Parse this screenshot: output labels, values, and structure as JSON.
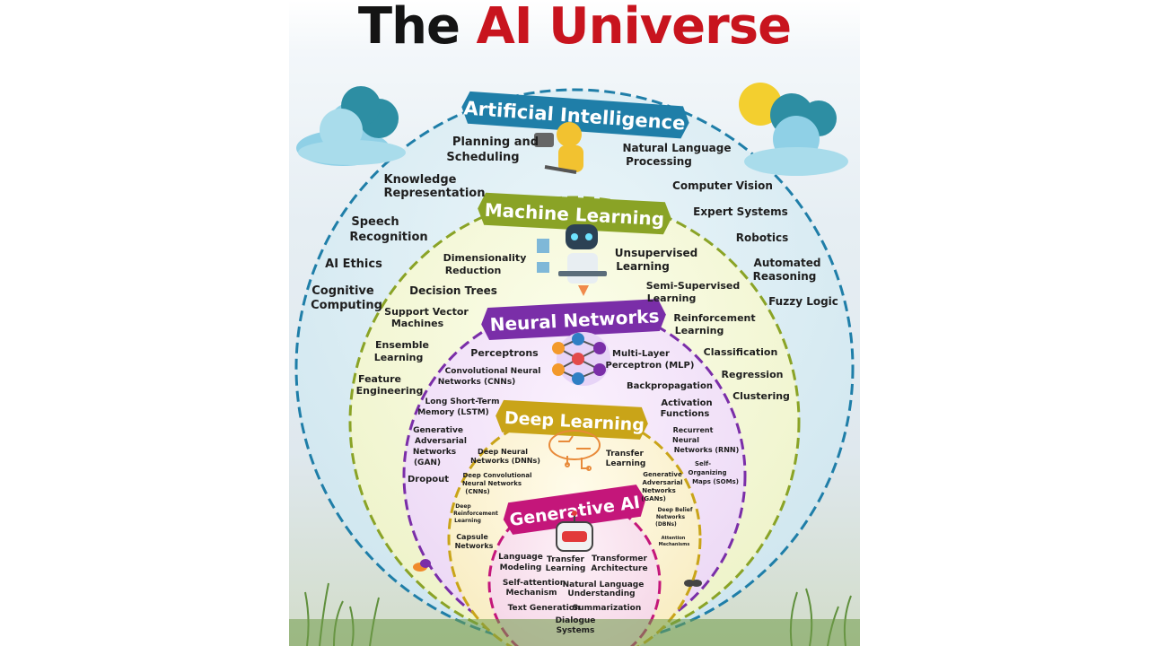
{
  "title": {
    "part1": "The",
    "part2": "AI Universe"
  },
  "colors": {
    "ai": "#1f7ea8",
    "ml": "#8aa326",
    "nn": "#7a2ea8",
    "dl": "#c9a418",
    "gen": "#c4167a",
    "title_red": "#c8141e"
  },
  "rings": {
    "ai": {
      "label": "Artificial Intelligence",
      "items": [
        "Planning and",
        "Scheduling",
        "Natural Language",
        "Processing",
        "Knowledge",
        "Representation",
        "Computer Vision",
        "Speech",
        "Recognition",
        "Expert Systems",
        "Robotics",
        "AI Ethics",
        "Automated",
        "Reasoning",
        "Cognitive",
        "Computing",
        "Fuzzy Logic"
      ]
    },
    "ml": {
      "label": "Machine Learning",
      "items": [
        "Dimensionality",
        "Reduction",
        "Unsupervised",
        "Learning",
        "Decision Trees",
        "Semi-Supervised",
        "Learning",
        "Support Vector",
        "Machines",
        "Reinforcement",
        "Learning",
        "Ensemble",
        "Learning",
        "Classification",
        "Regression",
        "Feature",
        "Engineering",
        "Clustering"
      ]
    },
    "nn": {
      "label": "Neural Networks",
      "items": [
        "Perceptrons",
        "Multi-Layer",
        "Perceptron (MLP)",
        "Convolutional Neural",
        "Networks (CNNs)",
        "Backpropagation",
        "Long Short-Term",
        "Memory (LSTM)",
        "Activation",
        "Functions",
        "Generative",
        "Adversarial",
        "Networks",
        "(GAN)",
        "Recurrent",
        "Neural",
        "Networks (RNN)",
        "Self-",
        "Organizing",
        "Maps (SOMs)",
        "Dropout"
      ]
    },
    "dl": {
      "label": "Deep Learning",
      "items": [
        "Deep Neural",
        "Networks (DNNs)",
        "Transfer",
        "Learning",
        "Deep Convolutional",
        "Neural Networks",
        "(CNNs)",
        "Generative",
        "Adversarial",
        "Networks",
        "(GANs)",
        "Deep",
        "Reinforcement",
        "Learning",
        "Deep Belief",
        "Networks",
        "(DBNs)",
        "Capsule",
        "Networks",
        "Attention",
        "Mechanisms"
      ]
    },
    "gen": {
      "label": "Generative AI",
      "items": [
        "Language",
        "Modeling",
        "Transfer",
        "Learning",
        "Transformer",
        "Architecture",
        "Self-attention",
        "Mechanism",
        "Natural Language",
        "Understanding",
        "Text Generation",
        "Summarization",
        "Dialogue",
        "Systems"
      ]
    }
  },
  "icons": [
    "cloud-icon",
    "sun-icon",
    "robot-arm-icon",
    "robot-laptop-icon",
    "neural-network-icon",
    "brain-circuit-icon",
    "robot-head-icon",
    "butterfly-icon",
    "grass-icon"
  ]
}
